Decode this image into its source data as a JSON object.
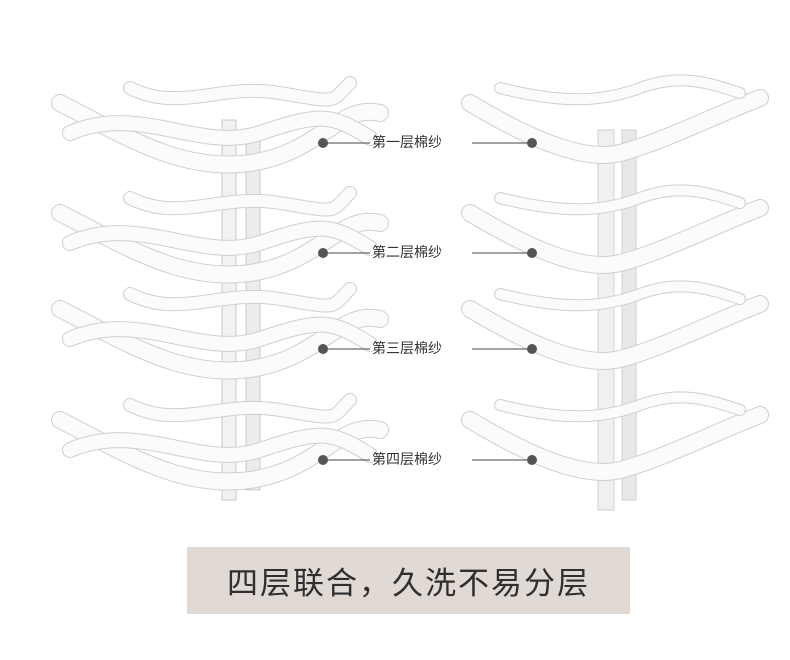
{
  "layers": [
    {
      "label": "第一层棉纱"
    },
    {
      "label": "第二层棉纱"
    },
    {
      "label": "第三层棉纱"
    },
    {
      "label": "第四层棉纱"
    }
  ],
  "banner": {
    "text": "四层联合，久洗不易分层"
  },
  "colors": {
    "banner_bg": "#e0d9d4",
    "text": "#2f2f2f",
    "dot": "#555555"
  }
}
